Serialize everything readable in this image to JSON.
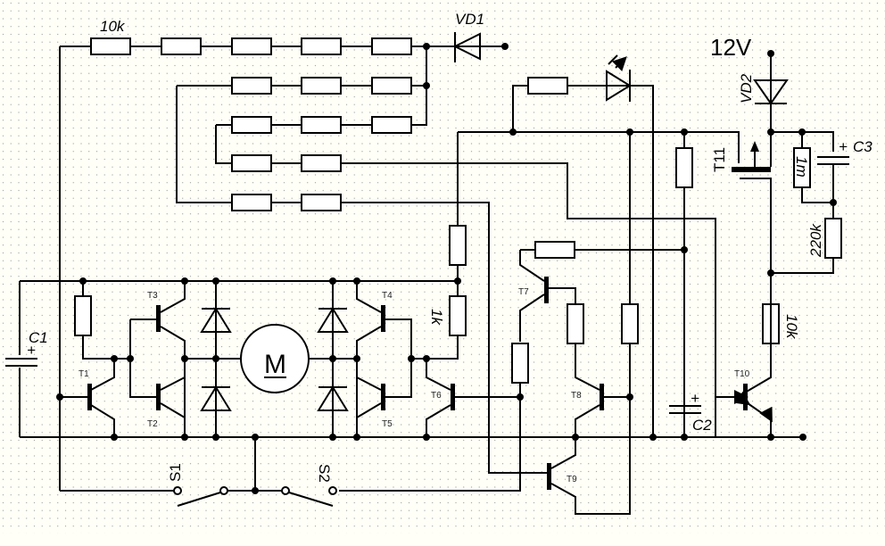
{
  "schematic": {
    "supply_label": "12V",
    "labels": {
      "r_top": "10k",
      "vd1": "VD1",
      "vd2": "VD2",
      "t11": "T11",
      "r_1m": "1m",
      "c3": "C3",
      "r_220k": "220k",
      "r_10k_t10": "10k",
      "r_1k": "1k",
      "c1": "C1",
      "c2": "C2",
      "motor": "M",
      "s1": "S1",
      "s2": "S2",
      "t1": "T1",
      "t2": "T2",
      "t3": "T3",
      "t4": "T4",
      "t5": "T5",
      "t6": "T6",
      "t7": "T7",
      "t8": "T8",
      "t9": "T9",
      "t10": "T10",
      "plus": "+"
    }
  }
}
